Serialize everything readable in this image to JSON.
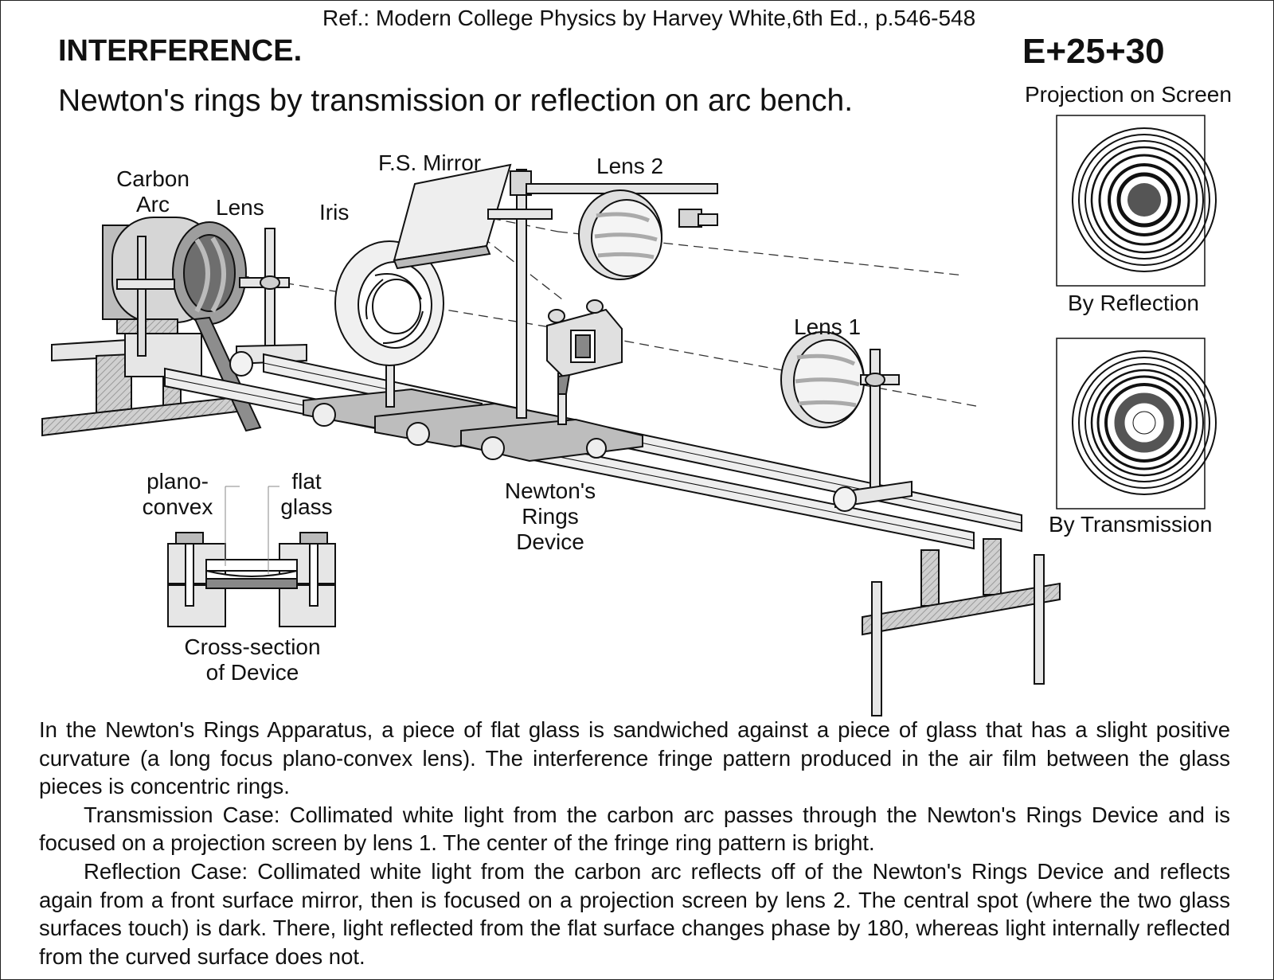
{
  "header": {
    "reference": "Ref.: Modern College Physics by Harvey White,6th Ed., p.546-548",
    "title": "INTERFERENCE.",
    "code": "E+25+30",
    "subtitle": "Newton's rings by transmission or reflection on arc bench."
  },
  "projection": {
    "heading": "Projection on Screen",
    "reflection_label": "By Reflection",
    "transmission_label": "By Transmission"
  },
  "apparatus_labels": {
    "carbon_arc_line1": "Carbon",
    "carbon_arc_line2": "Arc",
    "lens": "Lens",
    "iris": "Iris",
    "fs_mirror": "F.S. Mirror",
    "lens2": "Lens 2",
    "lens1": "Lens 1",
    "device_line1": "Newton's",
    "device_line2": "Rings",
    "device_line3": "Device"
  },
  "cross_section": {
    "plano_line1": "plano-",
    "plano_line2": "convex",
    "flat_line1": "flat",
    "flat_line2": "glass",
    "caption_line1": "Cross-section",
    "caption_line2": "of Device"
  },
  "description": [
    "In the Newton's Rings Apparatus, a piece of flat glass is sandwiched against a piece of glass that has a slight positive curvature (a long focus plano-convex lens). The interference fringe pattern produced in the air film between the glass pieces is concentric rings.",
    "Transmission Case: Collimated white light from the carbon arc passes through the Newton's Rings Device and is focused on a projection screen by lens 1. The center of the fringe ring pattern is bright.",
    "Reflection Case: Collimated white light from the carbon arc reflects off of the Newton's Rings Device and reflects again from a front surface mirror, then is focused on a projection screen by lens 2. The central spot (where the two glass surfaces touch) is dark. There, light reflected from the flat surface changes phase by 180, whereas light internally reflected from the curved surface does not."
  ],
  "colors": {
    "ink": "#111111",
    "metal_gray": "#bdbdbd",
    "dark_fill": "#555555",
    "light_fill": "#e6e6e6"
  }
}
